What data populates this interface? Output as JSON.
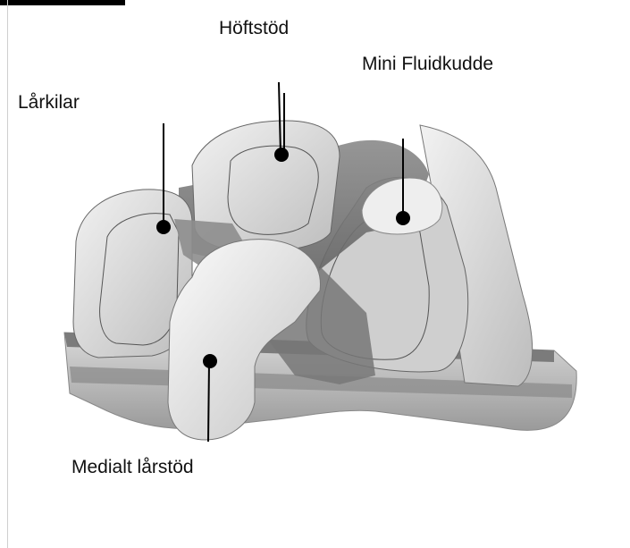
{
  "labels": {
    "hip_support": "Höftstöd",
    "mini_fluid_cushion": "Mini Fluidkudde",
    "thigh_wedges": "Lårkilar",
    "medial_thigh_support": "Medialt lårstöd"
  }
}
